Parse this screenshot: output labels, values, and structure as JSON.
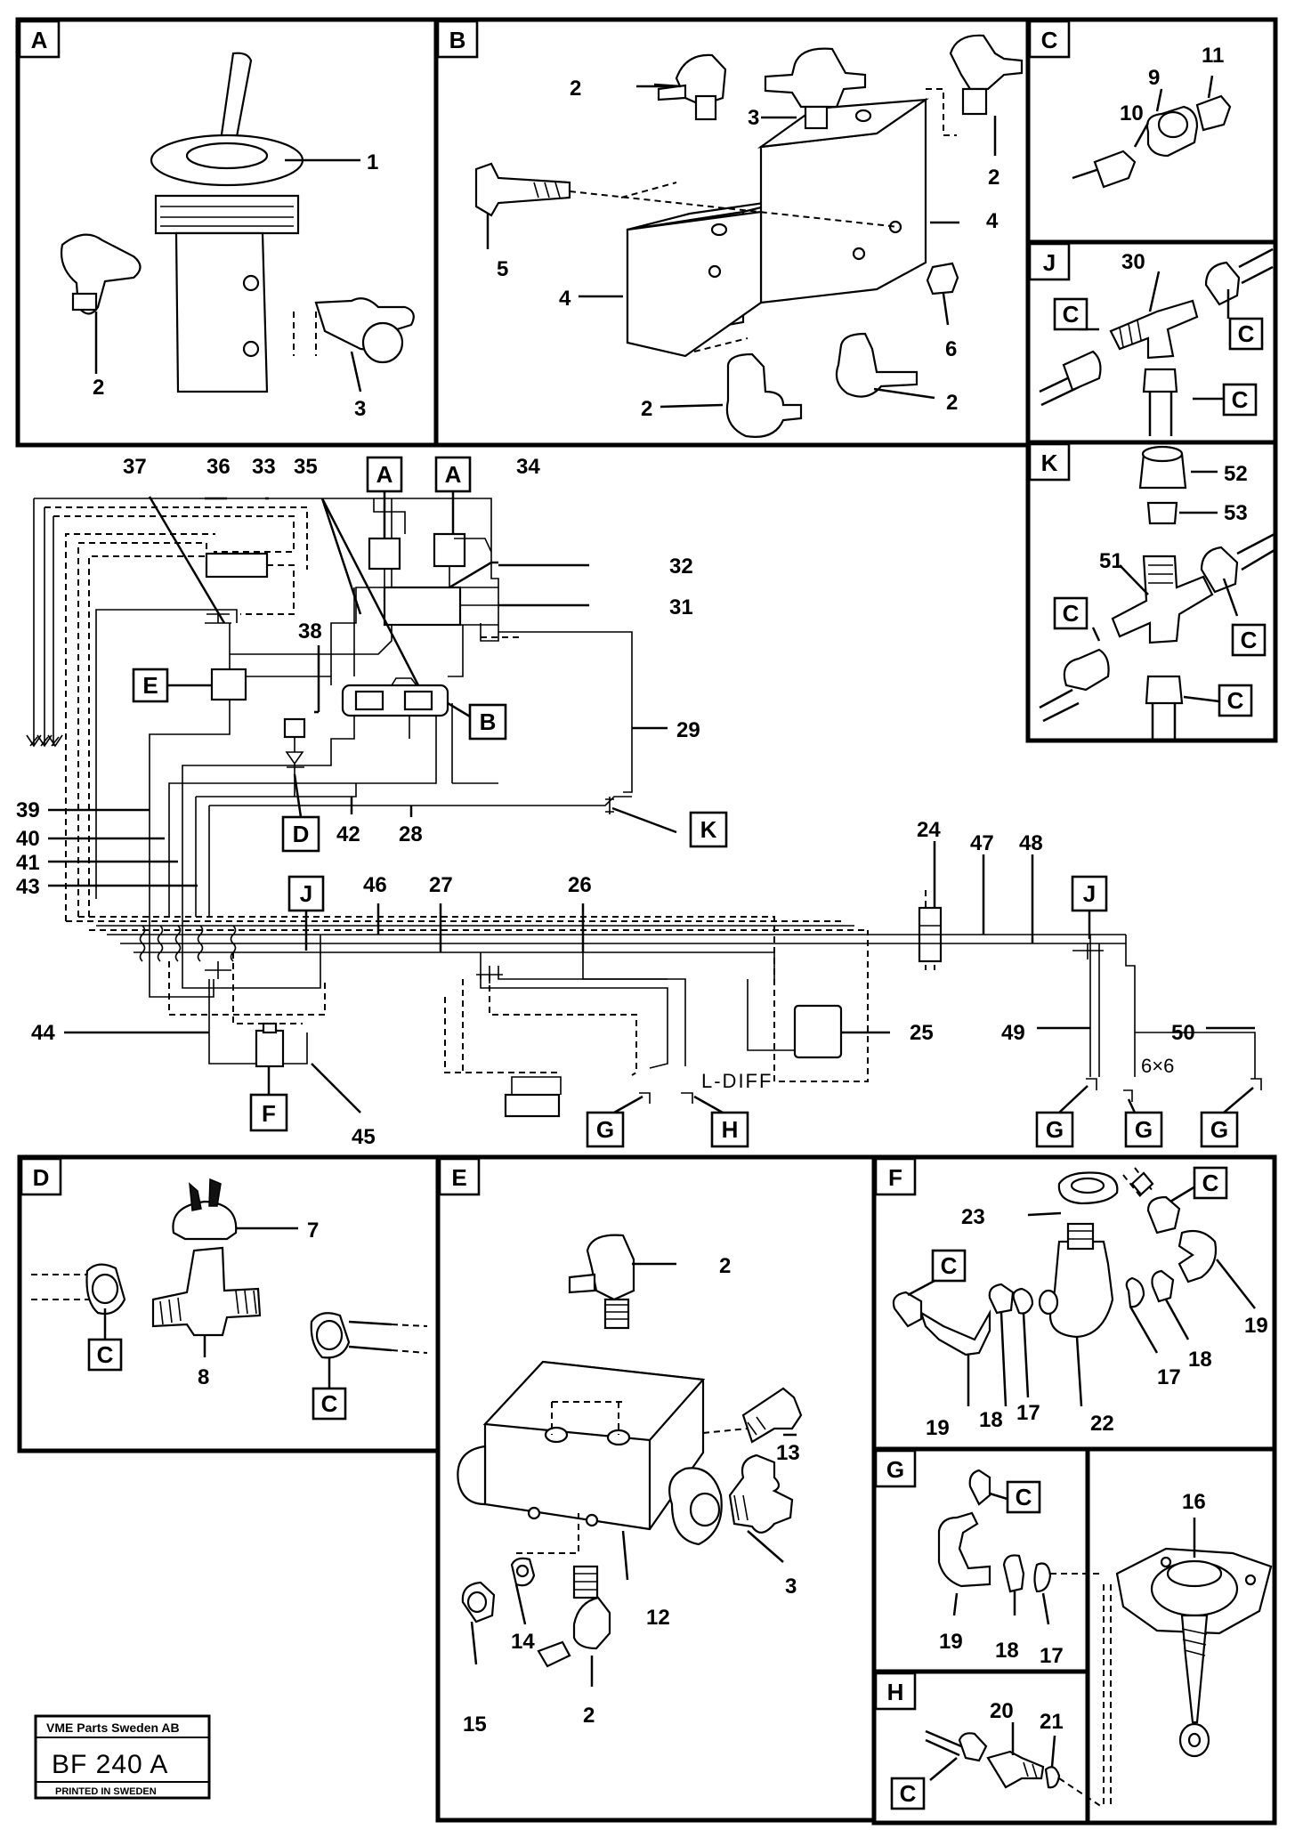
{
  "panel_labels": [
    "A",
    "B",
    "C",
    "J",
    "K",
    "D",
    "E",
    "F",
    "G",
    "H"
  ],
  "part_numbers": [
    "1",
    "2",
    "3",
    "4",
    "5",
    "6",
    "7",
    "8",
    "9",
    "10",
    "11",
    "12",
    "13",
    "14",
    "15",
    "16",
    "17",
    "18",
    "19",
    "20",
    "21",
    "22",
    "23",
    "24",
    "25",
    "26",
    "27",
    "28",
    "29",
    "30",
    "31",
    "32",
    "33",
    "34",
    "35",
    "36",
    "37",
    "38",
    "39",
    "40",
    "41",
    "42",
    "43",
    "44",
    "45",
    "46",
    "47",
    "48",
    "49",
    "50",
    "51",
    "52",
    "53"
  ],
  "reference_tags": [
    "A",
    "B",
    "C",
    "D",
    "E",
    "F",
    "G",
    "H",
    "J",
    "K"
  ],
  "schematic_text": {
    "l_diff": "L-DIFF",
    "six_by_six": "6×6"
  },
  "stamp": {
    "company": "VME Parts Sweden AB",
    "code": "BF 240 A",
    "printed": "PRINTED IN SWEDEN"
  }
}
